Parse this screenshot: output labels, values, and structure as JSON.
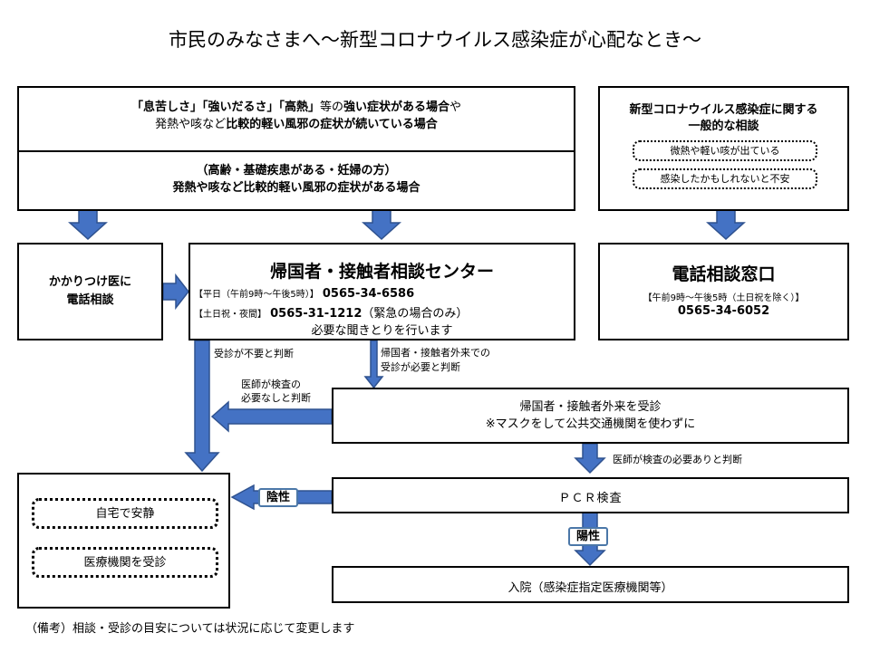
{
  "title": "市民のみなさまへ～新型コロナウイルス感染症が心配なとき～",
  "colors": {
    "arrow": "#4472c4",
    "arrow_border": "#2f528f"
  },
  "top_left": {
    "upper_line1_parts": [
      "「息苦しさ」「強いだるさ」「高熱」",
      "等の",
      "強い症状がある場合",
      "や"
    ],
    "upper_line2_parts": [
      "発熱や咳など",
      "比較的軽い風邪の症状が続いている場合"
    ],
    "lower_line1": "（高齢・基礎疾患がある・妊婦の方）",
    "lower_line2": "発熱や咳など比較的軽い風邪の症状がある場合"
  },
  "top_right": {
    "title_line1": "新型コロナウイルス感染症に関する",
    "title_line2": "一般的な相談",
    "item1": "微熱や軽い咳が出ている",
    "item2": "感染したかもしれないと不安"
  },
  "family_doctor": {
    "line1": "かかりつけ医に",
    "line2": "電話相談"
  },
  "center_box": {
    "title": "帰国者・接触者相談センター",
    "weekday_label": "【平日（午前9時～午後5時）】",
    "weekday_phone": "0565-34-6586",
    "holiday_label": "【土日祝・夜間】",
    "holiday_phone": "0565-31-1212",
    "holiday_note": "（緊急の場合のみ）",
    "note": "必要な聞きとりを行います"
  },
  "phone_window": {
    "title": "電話相談窓口",
    "hours": "【午前9時～午後5時（土日祝を除く）】",
    "phone": "0565-34-6052"
  },
  "labels": {
    "not_needed": "受診が不要と判断",
    "needed_line1": "帰国者・接触者外来での",
    "needed_line2": "受診が必要と判断",
    "no_test_line1": "医師が検査の",
    "no_test_line2": "必要なしと判断",
    "test_needed": "医師が検査の必要ありと判断"
  },
  "outpatient": {
    "line1": "帰国者・接触者外来を受診",
    "line2": "※マスクをして公共交通機関を使わずに"
  },
  "home_box": {
    "item1": "自宅で安静",
    "item2": "医療機関を受診"
  },
  "negative": "陰性",
  "pcr": "ＰＣＲ検査",
  "positive": "陽性",
  "hospital": "入院（感染症指定医療機関等）",
  "remarks": "（備考）相談・受診の目安については状況に応じて変更します"
}
